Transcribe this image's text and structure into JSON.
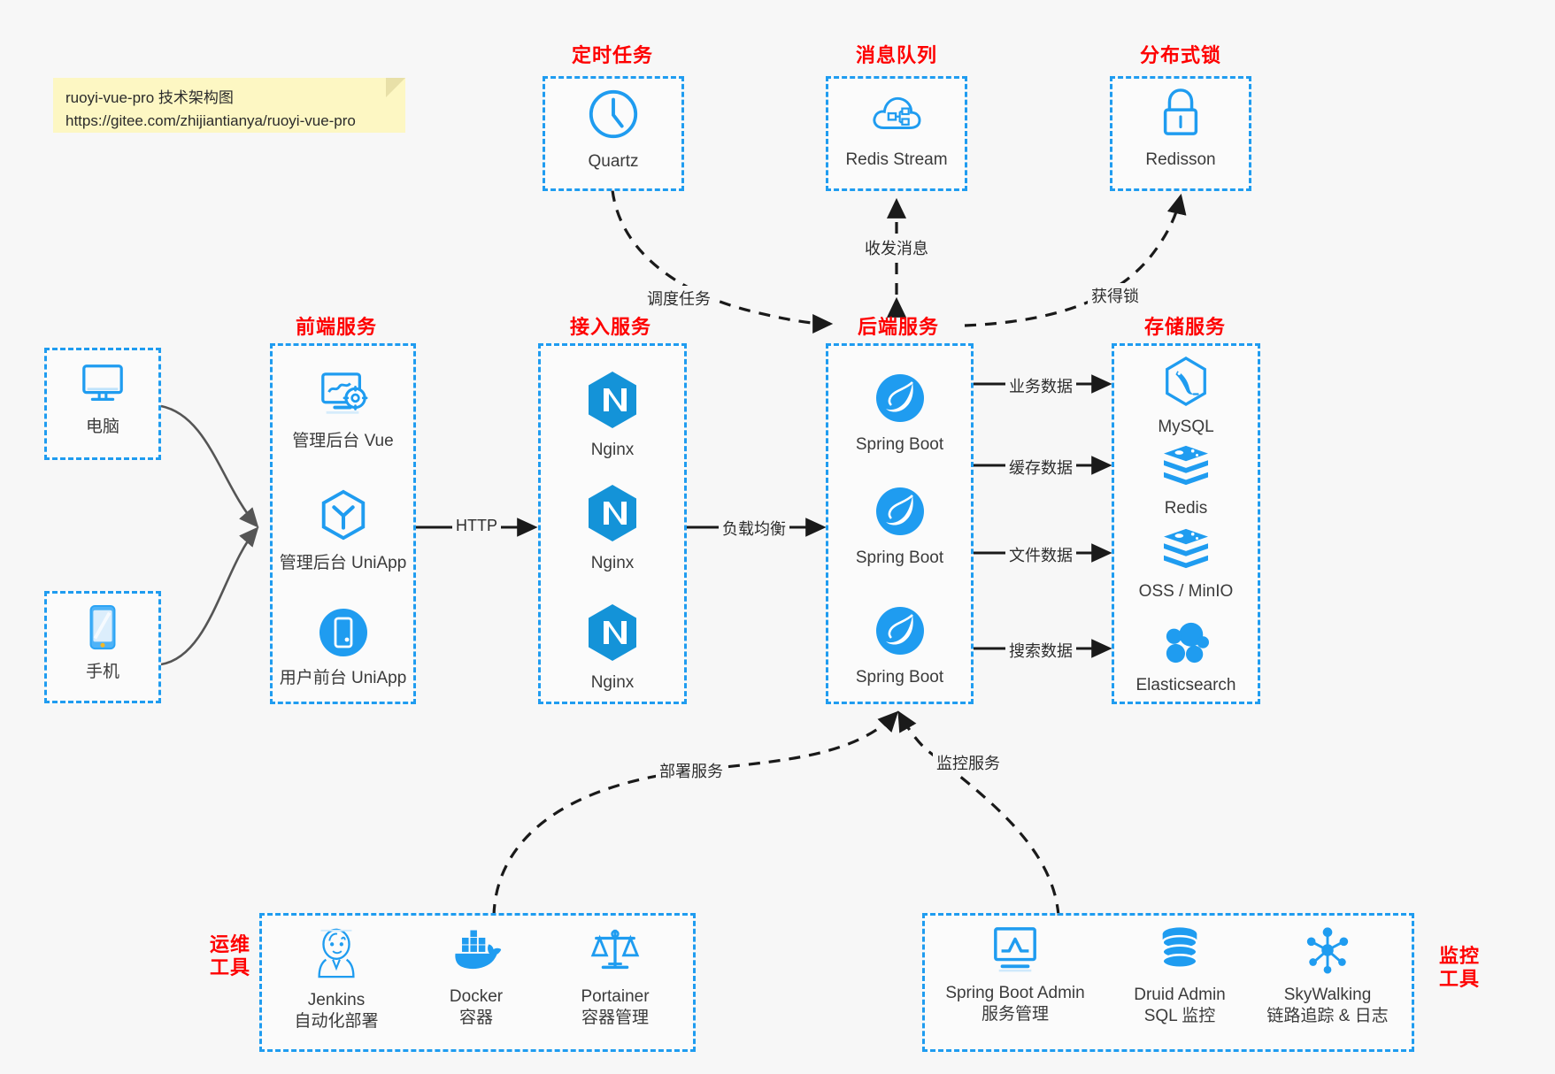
{
  "note": {
    "line1": "ruoyi-vue-pro 技术架构图",
    "line2": "https://gitee.com/zhijiantianya/ruoyi-vue-pro"
  },
  "colors": {
    "accent_blue": "#1f9cf0",
    "header_red": "#fe0000",
    "background": "#f7f7f7",
    "note_yellow": "#fdf7c3",
    "edge_gray": "#555555",
    "edge_black": "#1a1a1a"
  },
  "groups": {
    "scheduler": {
      "title": "定时任务"
    },
    "mq": {
      "title": "消息队列"
    },
    "lock": {
      "title": "分布式锁"
    },
    "frontend": {
      "title": "前端服务"
    },
    "gateway": {
      "title": "接入服务"
    },
    "backend": {
      "title": "后端服务"
    },
    "storage": {
      "title": "存储服务"
    },
    "devops": {
      "title_line1": "运维",
      "title_line2": "工具"
    },
    "monitor": {
      "title_line1": "监控",
      "title_line2": "工具"
    }
  },
  "clients": [
    {
      "label": "电脑",
      "icon": "desktop-computer-icon"
    },
    {
      "label": "手机",
      "icon": "mobile-phone-icon"
    }
  ],
  "scheduler_nodes": [
    {
      "label": "Quartz",
      "icon": "clock-icon"
    }
  ],
  "mq_nodes": [
    {
      "label": "Redis Stream",
      "icon": "cloud-stream-icon"
    }
  ],
  "lock_nodes": [
    {
      "label": "Redisson",
      "icon": "padlock-icon"
    }
  ],
  "frontend_nodes": [
    {
      "label": "管理后台 Vue",
      "icon": "dashboard-gear-icon"
    },
    {
      "label": "管理后台 UniApp",
      "icon": "hexagon-uniapp-icon"
    },
    {
      "label": "用户前台 UniApp",
      "icon": "mobile-circle-icon"
    }
  ],
  "gateway_nodes": [
    {
      "label": "Nginx",
      "icon": "nginx-icon"
    },
    {
      "label": "Nginx",
      "icon": "nginx-icon"
    },
    {
      "label": "Nginx",
      "icon": "nginx-icon"
    }
  ],
  "backend_nodes": [
    {
      "label": "Spring Boot",
      "icon": "spring-boot-icon"
    },
    {
      "label": "Spring Boot",
      "icon": "spring-boot-icon"
    },
    {
      "label": "Spring Boot",
      "icon": "spring-boot-icon"
    }
  ],
  "storage_nodes": [
    {
      "label": "MySQL",
      "icon": "mysql-icon"
    },
    {
      "label": "Redis",
      "icon": "redis-icon"
    },
    {
      "label": "OSS / MinIO",
      "icon": "oss-minio-icon"
    },
    {
      "label": "Elasticsearch",
      "icon": "elasticsearch-icon"
    }
  ],
  "devops_nodes": [
    {
      "label": "Jenkins",
      "sub": "自动化部署",
      "icon": "jenkins-icon"
    },
    {
      "label": "Docker",
      "sub": "容器",
      "icon": "docker-whale-icon"
    },
    {
      "label": "Portainer",
      "sub": "容器管理",
      "icon": "scales-balance-icon"
    }
  ],
  "monitor_nodes": [
    {
      "label": "Spring Boot Admin",
      "sub": "服务管理",
      "icon": "monitor-chart-icon"
    },
    {
      "label": "Druid Admin",
      "sub": "SQL 监控",
      "icon": "database-stack-icon"
    },
    {
      "label": "SkyWalking",
      "sub": "链路追踪 & 日志",
      "icon": "skywalking-node-icon"
    }
  ],
  "edges": {
    "http": "HTTP",
    "load_balance": "负载均衡",
    "schedule_task": "调度任务",
    "send_receive_msg": "收发消息",
    "acquire_lock": "获得锁",
    "business_data": "业务数据",
    "cache_data": "缓存数据",
    "file_data": "文件数据",
    "search_data": "搜索数据",
    "deploy_service": "部署服务",
    "monitor_service": "监控服务"
  }
}
